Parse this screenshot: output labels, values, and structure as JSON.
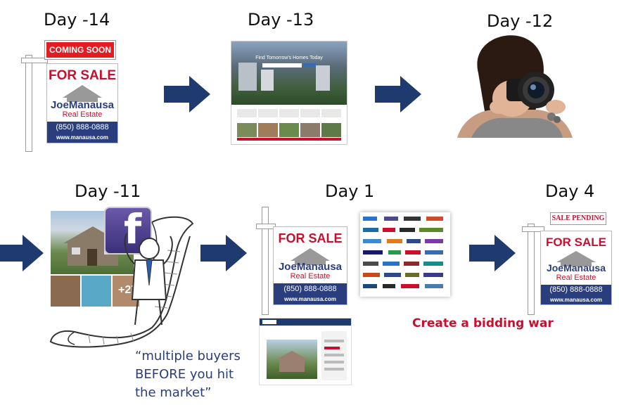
{
  "steps": {
    "s1": {
      "label": "Day -14"
    },
    "s2": {
      "label": "Day -13"
    },
    "s3": {
      "label": "Day -12"
    },
    "s4": {
      "label": "Day -11"
    },
    "s5": {
      "label": "Day 1"
    },
    "s6": {
      "label": "Day 4"
    }
  },
  "sign": {
    "for_sale": "FOR SALE",
    "brand_first": "Joe",
    "brand_last": "Manausa",
    "brand_sub": "Real Estate",
    "phone": "(850) 888-0888",
    "website": "www.manausa.com",
    "rider_coming_soon": "COMING SOON",
    "rider_pending": "SALE PENDING"
  },
  "website_hero": {
    "headline": "Find Tomorrow's Homes Today"
  },
  "social": {
    "facebook_letter": "f",
    "photo_count": "+27"
  },
  "quote": {
    "line1": "“multiple buyers",
    "line2": "BEFORE you hit",
    "line3": "the market”"
  },
  "cta": {
    "bidding_war": "Create a bidding war"
  },
  "colors": {
    "navy": "#1f3a6e",
    "red": "#c8102e",
    "facebook": "#3b5998"
  }
}
